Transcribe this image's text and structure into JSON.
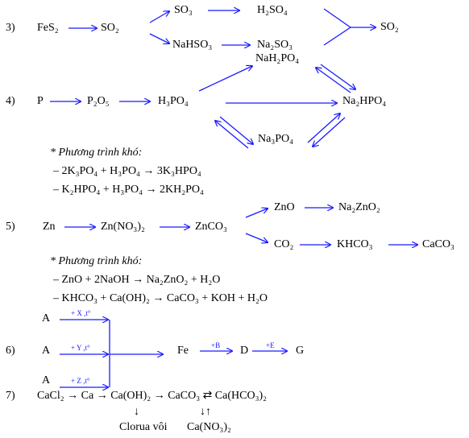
{
  "r3": {
    "num": "3)",
    "fes2": "FeS₂",
    "so2": "SO₂",
    "so3": "SO₃",
    "h2so4": "H₂SO₄",
    "nahso3": "NaHSO₃",
    "na2so3": "Na₂SO₃",
    "so2_end": "SO₂"
  },
  "r4": {
    "num": "4)",
    "p": "P",
    "p2o5": "P₂O₅",
    "h3po4": "H₃PO₄",
    "nah2po4": "NaH₂PO₄",
    "na2hpo4": "Na₂HPO₄",
    "na3po4": "Na₃PO₄",
    "hard_title": "* Phương trình khó:",
    "eq1": "–   2K₃PO₄  + H₃PO₄ → 3K₃HPO₄",
    "eq2": "–   K₂HPO₄ + H₃PO₄ → 2KH₂PO₄"
  },
  "r5": {
    "num": "5)",
    "zn": "Zn",
    "zn_no3": "Zn(NO₃)₂",
    "znco3": "ZnCO₃",
    "zno": "ZnO",
    "na2zno2": "Na₂ZnO₂",
    "co2": "CO₂",
    "khco3": "KHCO₃",
    "caco3": "CaCO₃",
    "hard_title": "* Phương trình khó:",
    "eq1": "–   ZnO  + 2NaOH  →   Na₂ZnO₂   +  H₂O",
    "eq2": "–   KHCO₃ + Ca(OH)₂ → CaCO₃  +  KOH  +  H₂O"
  },
  "r6": {
    "num": "6)",
    "a1": "A",
    "a2": "A",
    "a3": "A",
    "lbl_x": "+ X ,t°",
    "lbl_y": "+ Y ,t°",
    "lbl_z": "+ Z ,t°",
    "fe": "Fe",
    "lbl_b": "+B",
    "d": "D",
    "lbl_e": "+E",
    "g": "G"
  },
  "r7": {
    "num": "7)",
    "line": "CaCl₂ → Ca  →   Ca(OH)₂  → CaCO₃  ⇄  Ca(HCO₃)₂",
    "down1": "↓",
    "down2": "↓↑",
    "clorua": "Clorua vôi",
    "ca_no3": "Ca(NO₃)₂"
  },
  "colors": {
    "arrow": "#1a1aff",
    "text": "#000000"
  }
}
